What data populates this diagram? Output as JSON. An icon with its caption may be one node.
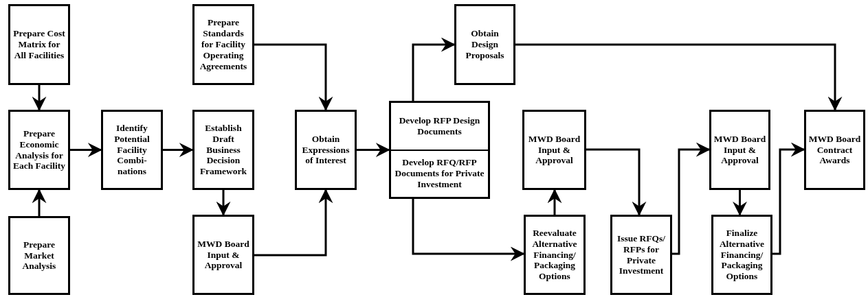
{
  "diagram": {
    "nodes": [
      {
        "text": [
          "Prepare Cost Matrix for All Facilities"
        ]
      },
      {
        "text": [
          "Prepare Economic Analysis for Each Facility"
        ]
      },
      {
        "text": [
          "Prepare Market Analysis"
        ]
      },
      {
        "text": [
          "Identify Potential Facility Combi- nations"
        ]
      },
      {
        "text": [
          "Prepare Standards for Facility Operating Agreements"
        ]
      },
      {
        "text": [
          "Establish Draft Business Decision Framework"
        ]
      },
      {
        "text": [
          "MWD Board Input & Approval"
        ]
      },
      {
        "text": [
          "Obtain Expressions of Interest"
        ]
      },
      {
        "text": [
          "Develop RFP Design Documents",
          "Develop RFQ/RFP Documents for Private Investment"
        ]
      },
      {
        "text": [
          "Obtain Design Proposals"
        ]
      },
      {
        "text": [
          "MWD Board Input & Approval"
        ]
      },
      {
        "text": [
          "Reevaluate Alternative Financing/ Packaging Options"
        ]
      },
      {
        "text": [
          "Issue RFQs/ RFPs for Private Investment"
        ]
      },
      {
        "text": [
          "MWD Board Input & Approval"
        ]
      },
      {
        "text": [
          "Finalize Alternative Financing/ Packaging Options"
        ]
      },
      {
        "text": [
          "MWD Board Contract Awards"
        ]
      }
    ],
    "edges": [
      {
        "from": 0,
        "to": 1,
        "arrow": "to"
      },
      {
        "from": 2,
        "to": 1,
        "arrow": "to"
      },
      {
        "from": 1,
        "to": 3,
        "arrow": "to"
      },
      {
        "from": 3,
        "to": 5,
        "arrow": "to"
      },
      {
        "from": 5,
        "to": 6,
        "arrow": "to"
      },
      {
        "from": 4,
        "to": 7,
        "arrow": "to"
      },
      {
        "from": 6,
        "to": 7,
        "arrow": "to"
      },
      {
        "from": 7,
        "to": 8,
        "arrow": "to"
      },
      {
        "from": 8,
        "to": 9,
        "arrow": "to"
      },
      {
        "from": 8,
        "to": 11,
        "arrow": "to"
      },
      {
        "from": 11,
        "to": 10,
        "arrow": "to"
      },
      {
        "from": 10,
        "to": 12,
        "arrow": "to"
      },
      {
        "from": 12,
        "to": 13,
        "arrow": "to"
      },
      {
        "from": 13,
        "to": 14,
        "arrow": "to"
      },
      {
        "from": 14,
        "to": 15,
        "arrow": "to"
      },
      {
        "from": 9,
        "to": 15,
        "arrow": "to"
      }
    ]
  }
}
